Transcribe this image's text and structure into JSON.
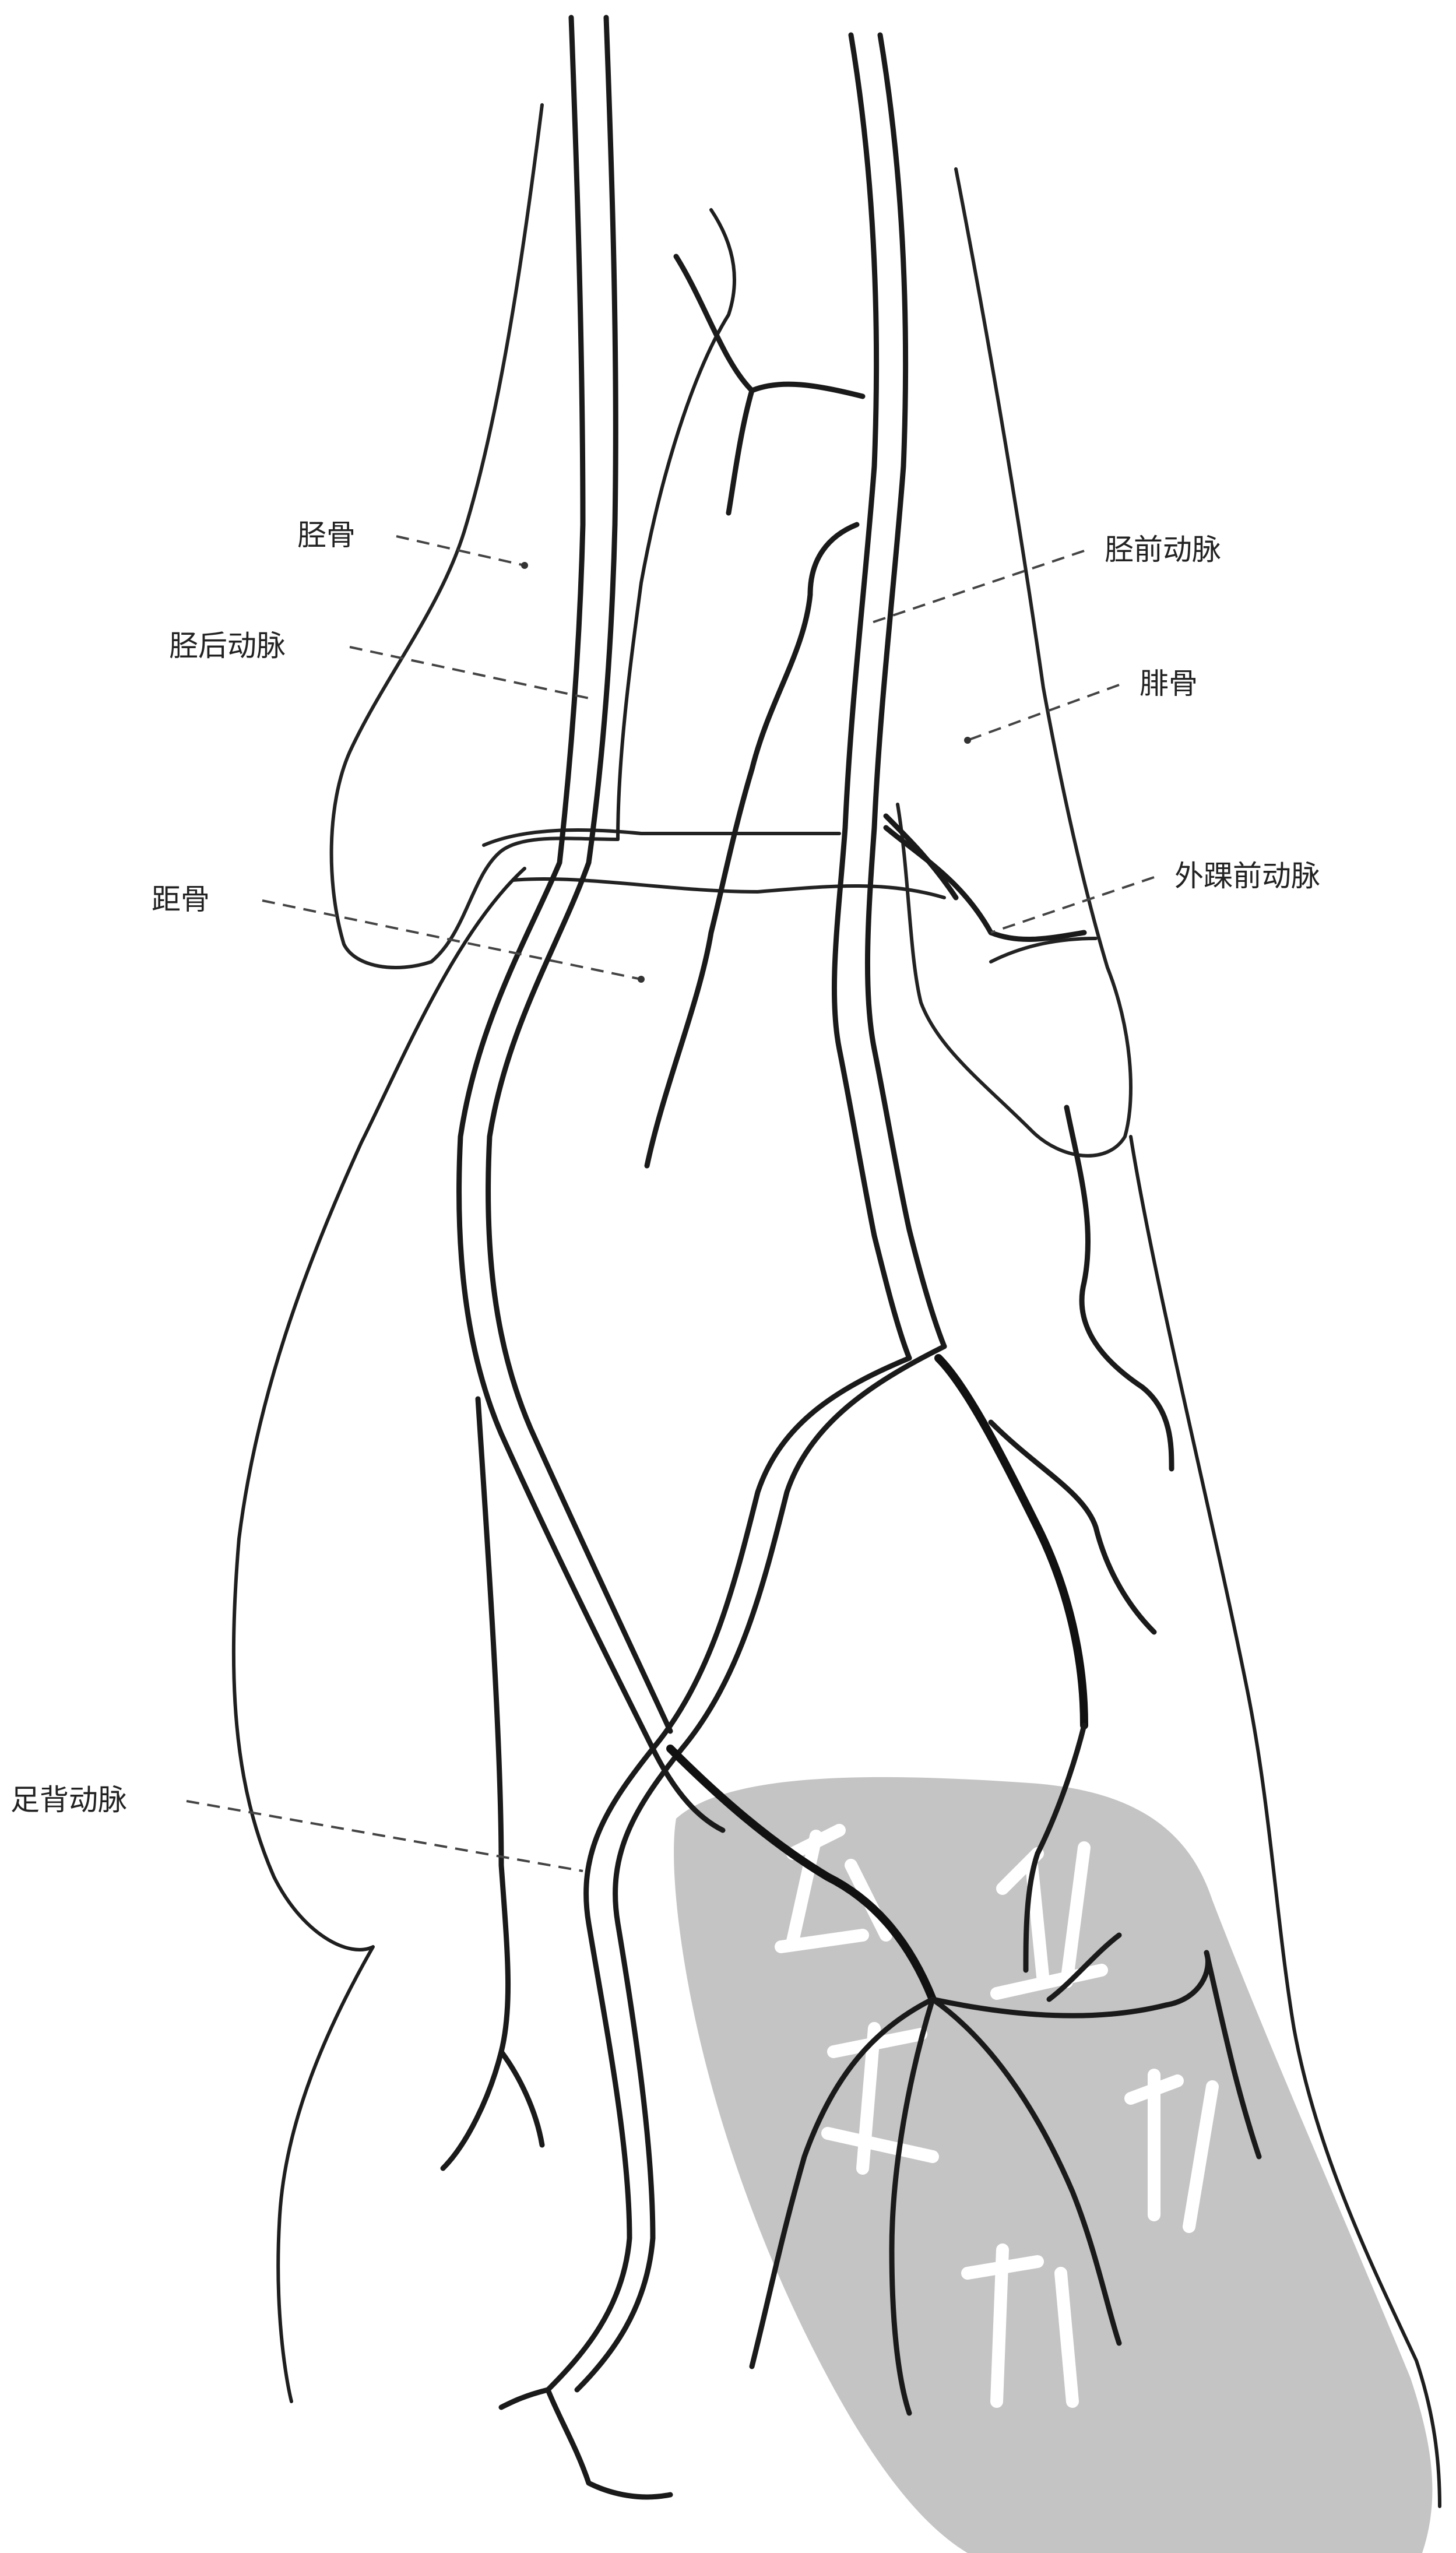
{
  "labels": {
    "tibia": "胫骨",
    "posterior_tibial_artery": "胫后动脉",
    "talus": "距骨",
    "dorsalis_pedis_artery": "足背动脉",
    "anterior_tibial_artery": "胫前动脉",
    "fibula": "腓骨",
    "anterior_lateral_malleolar_artery": "外踝前动脉"
  },
  "colors": {
    "line": "#1e1e1e",
    "watermark_fill": "#c4c4c4",
    "watermark_text": "#ffffff",
    "background": "#ffffff"
  }
}
